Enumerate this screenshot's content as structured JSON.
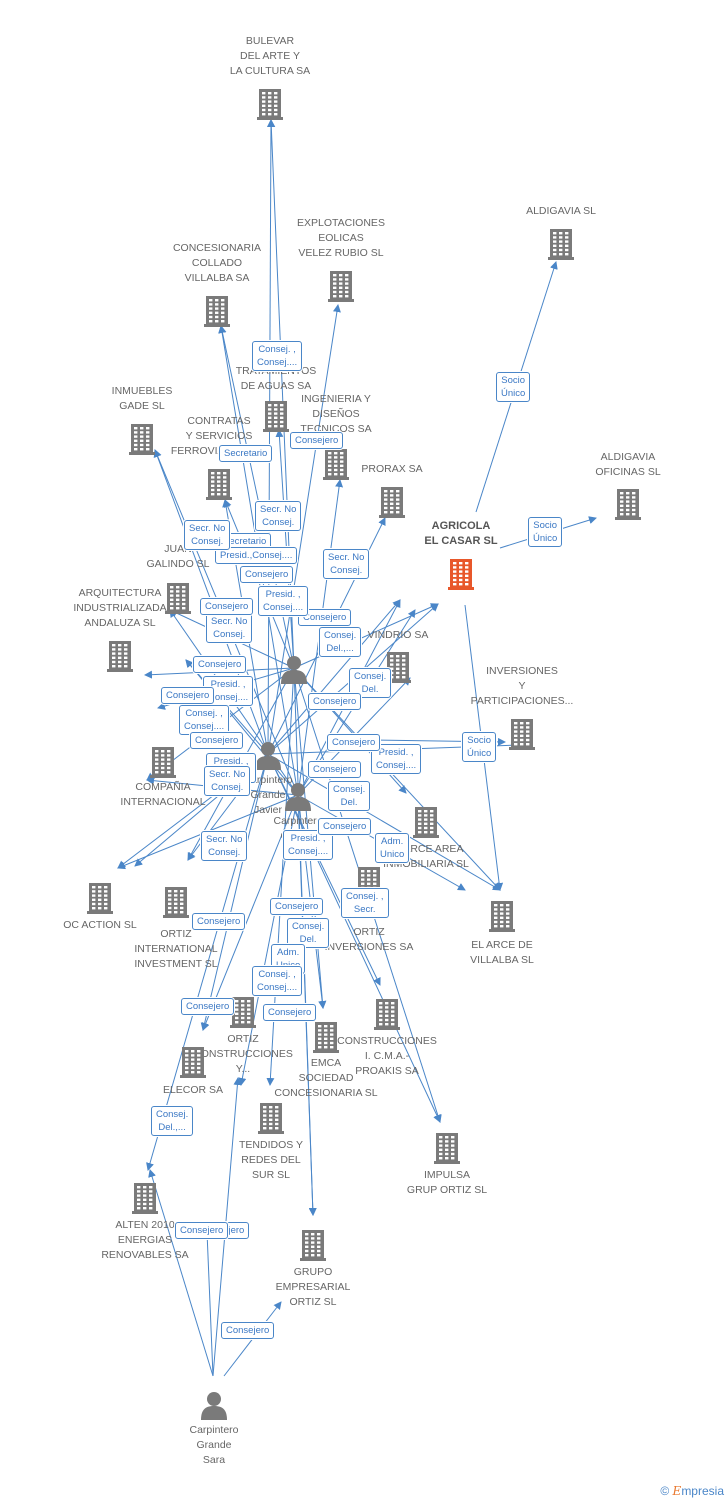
{
  "colors": {
    "edge": "#4a86c8",
    "node_icon": "#7a7a7a",
    "main_icon": "#e8572a",
    "badge_text": "#3b78c4"
  },
  "companies": [
    {
      "id": "bulevar",
      "label": "BULEVAR\nDEL ARTE Y\nLA CULTURA SA",
      "icon": "building-icon"
    },
    {
      "id": "explotaciones",
      "label": "EXPLOTACIONES\nEOLICAS\nVELEZ RUBIO SL",
      "icon": "building-icon"
    },
    {
      "id": "aldigavia",
      "label": "ALDIGAVIA  SL",
      "icon": "building-icon"
    },
    {
      "id": "concesionaria",
      "label": "CONCESIONARIA\nCOLLADO\nVILLALBA SA",
      "icon": "building-icon"
    },
    {
      "id": "tratamientos",
      "label": "TRATAMIENTOS\nDE AGUAS SA",
      "icon": "building-icon"
    },
    {
      "id": "inmuebles",
      "label": "INMUEBLES\nGADE SL",
      "icon": "building-icon"
    },
    {
      "id": "ingenieria",
      "label": "INGENIERIA Y\nDISEÑOS\nTECNICOS SA",
      "icon": "building-icon"
    },
    {
      "id": "contratas",
      "label": "CONTRATAS\nY SERVICIOS\nFERROVIARIOS SA",
      "icon": "building-icon"
    },
    {
      "id": "aldigavia_oficinas",
      "label": "ALDIGAVIA\nOFICINAS  SL",
      "icon": "building-icon"
    },
    {
      "id": "prorax",
      "label": "PRORAX SA",
      "icon": "building-icon"
    },
    {
      "id": "agricola",
      "label": "AGRICOLA\nEL CASAR SL",
      "icon": "building-icon",
      "main": true
    },
    {
      "id": "juan_galindo",
      "label": "JUAN\nGALINDO SL",
      "icon": "building-icon"
    },
    {
      "id": "arquitectura",
      "label": "ARQUITECTURA\nINDUSTRIALIZADA\nANDALUZA SL",
      "icon": "building-icon"
    },
    {
      "id": "vindrio",
      "label": "VINDRIO SA",
      "icon": "building-icon"
    },
    {
      "id": "inversiones",
      "label": "INVERSIONES\nY\nPARTICIPACIONES...",
      "icon": "building-icon"
    },
    {
      "id": "compania",
      "label": "COMPAÑIA\nINTERNACIONAL",
      "icon": "building-icon"
    },
    {
      "id": "arce_area",
      "label": "EL ARCE AREA\nINMOBILIARIA SL",
      "icon": "building-icon"
    },
    {
      "id": "oc_action",
      "label": "OC ACTION SL",
      "icon": "building-icon"
    },
    {
      "id": "ortiz_intl",
      "label": "ORTIZ\nINTERNATIONAL\nINVESTMENT SL",
      "icon": "building-icon"
    },
    {
      "id": "ortiz_inversiones",
      "label": "ORTIZ\nINVERSIONES SA",
      "icon": "building-icon"
    },
    {
      "id": "arce_villalba",
      "label": "EL ARCE DE\nVILLALBA SL",
      "icon": "building-icon"
    },
    {
      "id": "ortiz_construcciones",
      "label": "ORTIZ\nCONSTRUCCIONES\nY...",
      "icon": "building-icon"
    },
    {
      "id": "emca",
      "label": "EMCA\nSOCIEDAD\nCONCESIONARIA SL",
      "icon": "building-icon"
    },
    {
      "id": "construcciones_icma",
      "label": "CONSTRUCCIONES\nI. C.M.A.-\nPROAKIS SA",
      "icon": "building-icon"
    },
    {
      "id": "elecor",
      "label": "ELECOR SA",
      "icon": "building-icon"
    },
    {
      "id": "tendidos",
      "label": "TENDIDOS Y\nREDES DEL\nSUR SL",
      "icon": "building-icon"
    },
    {
      "id": "impulsa",
      "label": "IMPULSA\nGRUP ORTIZ SL",
      "icon": "building-icon"
    },
    {
      "id": "alten",
      "label": "ALTEN 2010\nENERGIAS\nRENOVABLES SA",
      "icon": "building-icon"
    },
    {
      "id": "grupo_empresarial",
      "label": "GRUPO\nEMPRESARIAL\nORTIZ SL",
      "icon": "building-icon"
    }
  ],
  "persons": [
    {
      "id": "p1",
      "label": "",
      "icon": "person-icon"
    },
    {
      "id": "p2",
      "label": "Carpintero\nGrande\nJavier",
      "icon": "person-icon"
    },
    {
      "id": "p3",
      "label": "Carpintero\nGrande\n...",
      "icon": "person-icon"
    },
    {
      "id": "sara",
      "label": "Carpintero\nGrande\nSara",
      "icon": "person-icon"
    }
  ],
  "badges": [
    "Consej. ,\nConsej....",
    "Socio\nÚnico",
    "Socio\nÚnico",
    "Socio\nÚnico",
    "Consejero",
    "Secretario",
    "Secr.  No\nConsej.",
    "Secretario",
    "Presid.,Consej....",
    "Consejero",
    "Secr.  No\nConsej.",
    "Secr.  No\nConsej.",
    "Consejero",
    "Presid. ,\nConsej....",
    "Consejero",
    "Secr.  No\nConsej.",
    "Consej.\nDel.,...",
    "Consejero",
    "Consej.\nDel.",
    "Presid. ,\nConsej....",
    "Consejero",
    "Consej. ,\nConsej....",
    "Consejero",
    "Presid. ,\nConsej....",
    "Secr.  No\nConsej.",
    "Consejero",
    "Consej.\nDel.",
    "Presid. ,\nConsej....",
    "Secr.  No\nConsej.",
    "Presid. ,\nConsej....",
    "Adm.\nUnico",
    "Consej. ,\nSecr.",
    "Consejero",
    "Consej.\nDel.",
    "Consejero",
    "Adm.\nUnico",
    "Consejero",
    "Consejero",
    "Consej.\nDel.,...",
    "Consejero",
    "Consejero",
    "Consejero",
    "Consejero",
    "Consejero",
    "Consej. ,\nConsej....",
    "Consejero"
  ],
  "copyright": {
    "symbol": "©",
    "brand_e": "E",
    "brand_rest": "mpresia"
  }
}
